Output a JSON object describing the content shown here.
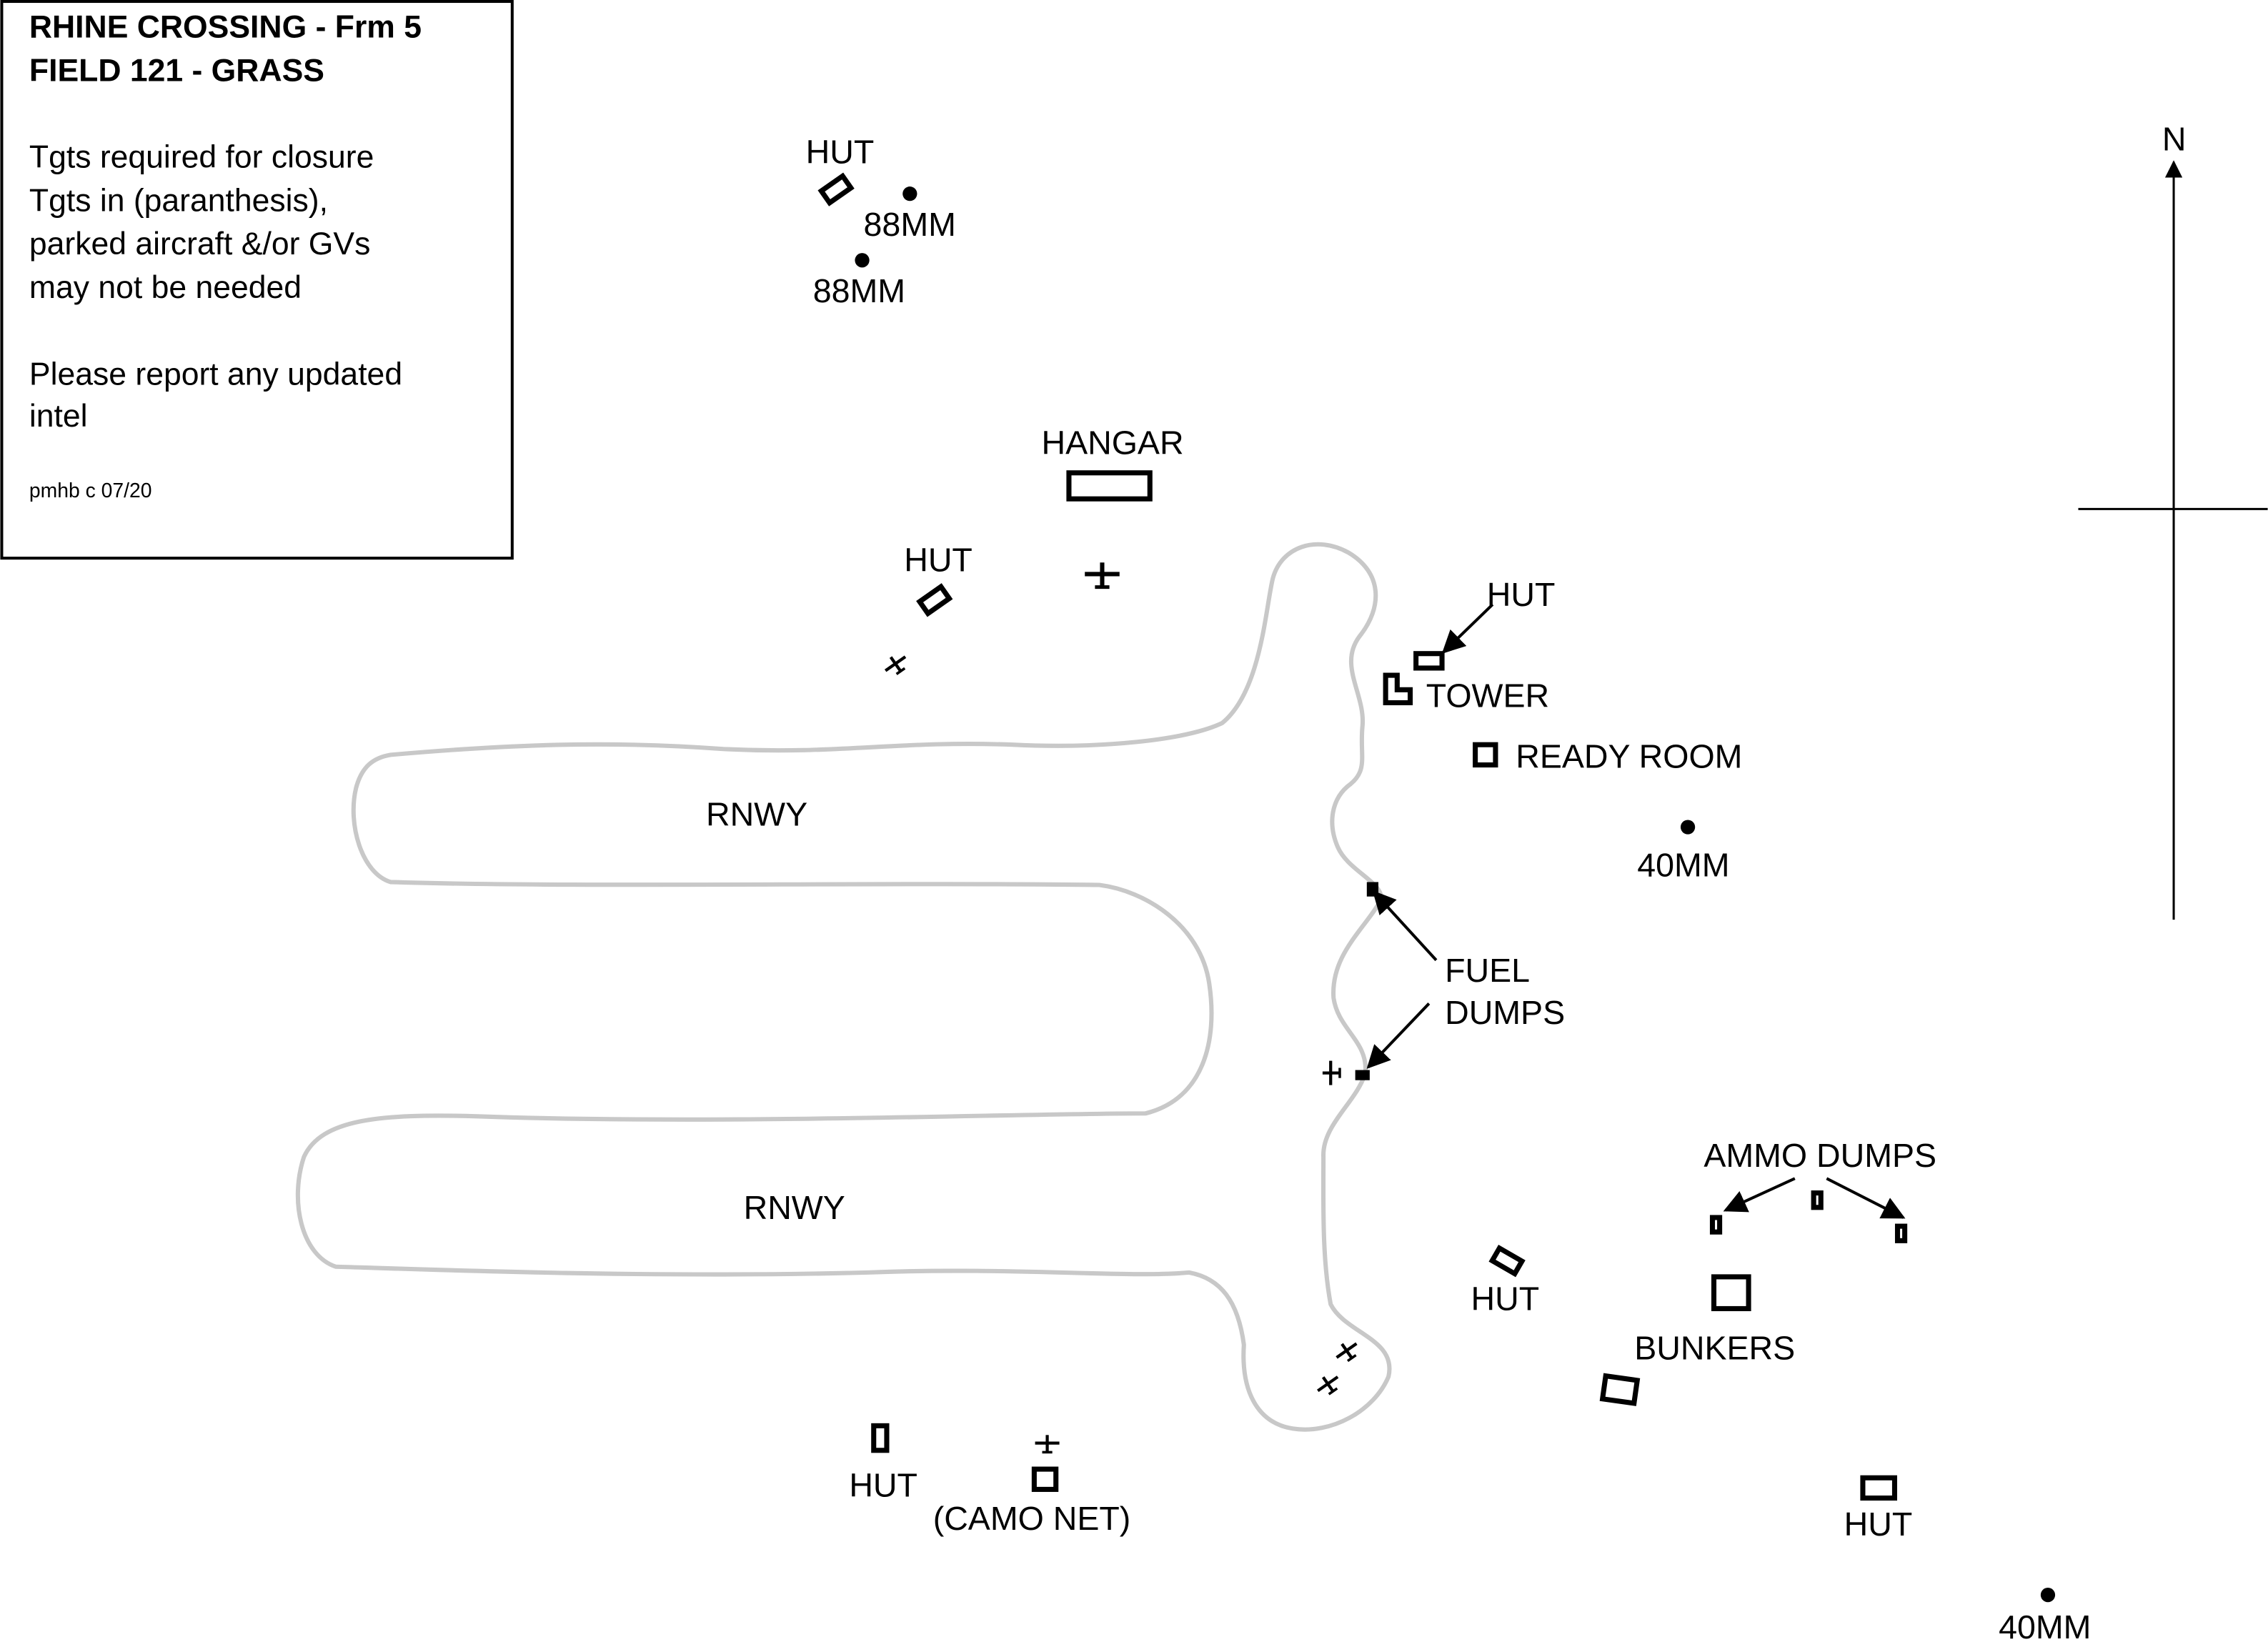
{
  "info_box": {
    "title_line1": "RHINE CROSSING - Frm 5",
    "title_line2": "FIELD 121 - GRASS",
    "notes": [
      "Tgts required for closure",
      "Tgts in (paranthesis),",
      "parked aircraft &/or GVs",
      "may not be needed"
    ],
    "report": [
      "Please report any updated",
      "intel"
    ],
    "credit": "pmhb c 07/20"
  },
  "compass": {
    "north_label": "N"
  },
  "labels": {
    "hut_nw": "HUT",
    "gun_88_a": "88MM",
    "gun_88_b": "88MM",
    "hangar": "HANGAR",
    "hut_w": "HUT",
    "hut_ne": "HUT",
    "tower": "TOWER",
    "ready_room": "READY ROOM",
    "gun_40_a": "40MM",
    "fuel_dumps_1": "FUEL",
    "fuel_dumps_2": "DUMPS",
    "runway_1": "RNWY",
    "runway_2": "RNWY",
    "ammo_dumps": "AMMO DUMPS",
    "hut_se": "HUT",
    "bunkers": "BUNKERS",
    "hut_sw": "HUT",
    "camo_net": "(CAMO NET)",
    "hut_far_se": "HUT",
    "gun_40_b": "40MM"
  },
  "colors": {
    "runway_outline": "#c8c8c8",
    "symbols": "#000000"
  },
  "icons": [
    "aircraft-icon",
    "gun-position-icon",
    "building-icon",
    "arrow-icon"
  ]
}
